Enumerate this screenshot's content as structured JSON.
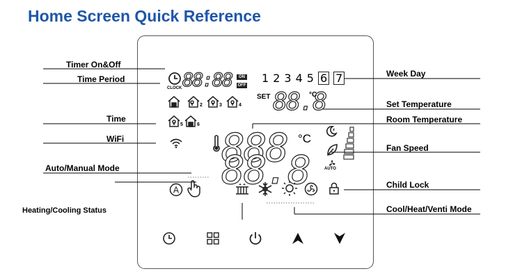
{
  "title": "Home Screen Quick Reference",
  "labels": {
    "timer": "Timer On&Off",
    "time_period": "Time Period",
    "time": "Time",
    "wifi": "WiFi",
    "auto_manual": "Auto/Manual Mode",
    "heating_cooling": "Heating/Cooling Status",
    "week_day": "Week Day",
    "set_temp": "Set Temperature",
    "room_temp": "Room Temperature",
    "fan_speed": "Fan Speed",
    "child_lock": "Child Lock",
    "mode": "Cool/Heat/Venti Mode"
  },
  "lcd": {
    "clock": "CLOCK",
    "on": "ON",
    "off": "OFF",
    "time_digits": "88:88",
    "set": "SET",
    "set_digits": "88.8",
    "celsius": "°C",
    "room_digits_top": "888",
    "room_digits_bottom": "88.8",
    "auto": "AUTO",
    "days": [
      "1",
      "2",
      "3",
      "4",
      "5"
    ],
    "days_boxed": [
      "6",
      "7"
    ],
    "period_numbers": [
      "2",
      "3",
      "4",
      "5",
      "6"
    ]
  },
  "icons": {
    "clock": "clock-icon",
    "house": "house-icon",
    "wifi": "wifi-icon",
    "thermometer": "thermometer-icon",
    "moon": "moon-icon",
    "leaf": "leaf-icon",
    "fan": "fan-icon",
    "auto_mode": "auto-mode-icon",
    "hand": "hand-icon",
    "heating": "heating-icon",
    "snowflake": "snowflake-icon",
    "sun": "sun-icon",
    "vent": "vent-icon",
    "lock": "lock-icon",
    "power": "power-icon",
    "menu": "menu-icon",
    "up": "arrow-up-icon",
    "down": "arrow-down-icon"
  },
  "colors": {
    "title": "#1f56a8"
  }
}
